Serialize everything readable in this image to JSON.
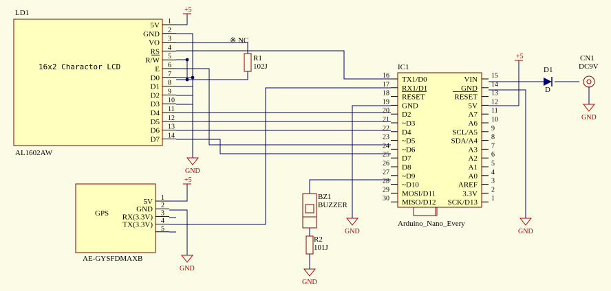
{
  "lcd": {
    "ref": "LD1",
    "title": "16x2 Charactor LCD",
    "part": "AL1602AW",
    "pins": [
      {
        "num": "1",
        "name": "5V"
      },
      {
        "num": "2",
        "name": "GND"
      },
      {
        "num": "3",
        "name": "VO"
      },
      {
        "num": "4",
        "name": "RS"
      },
      {
        "num": "5",
        "name": "R/W"
      },
      {
        "num": "6",
        "name": "E"
      },
      {
        "num": "7",
        "name": "D0"
      },
      {
        "num": "8",
        "name": "D1"
      },
      {
        "num": "9",
        "name": "D2"
      },
      {
        "num": "10",
        "name": "D3"
      },
      {
        "num": "11",
        "name": "D4"
      },
      {
        "num": "12",
        "name": "D5"
      },
      {
        "num": "13",
        "name": "D6"
      },
      {
        "num": "14",
        "name": "D7"
      }
    ]
  },
  "gps": {
    "ref": "GPS",
    "part": "AE-GYSFDMAXB",
    "pins": [
      {
        "num": "1",
        "name": "5V"
      },
      {
        "num": "2",
        "name": "GND"
      },
      {
        "num": "3",
        "name": "RX(3.3V)"
      },
      {
        "num": "4",
        "name": "TX(3.3V)"
      },
      {
        "num": "5",
        "name": ""
      }
    ]
  },
  "mcu": {
    "ref": "IC1",
    "part": "Arduino_Nano_Every",
    "left_pins": [
      {
        "num": "16",
        "name": "TX1/D0"
      },
      {
        "num": "17",
        "name": "RX1/D1"
      },
      {
        "num": "18",
        "name": "RESET"
      },
      {
        "num": "19",
        "name": "GND"
      },
      {
        "num": "20",
        "name": "D2"
      },
      {
        "num": "21",
        "name": "~D3"
      },
      {
        "num": "22",
        "name": "D4"
      },
      {
        "num": "23",
        "name": "~D5"
      },
      {
        "num": "24",
        "name": "~D6"
      },
      {
        "num": "25",
        "name": "D7"
      },
      {
        "num": "26",
        "name": "D8"
      },
      {
        "num": "27",
        "name": "~D9"
      },
      {
        "num": "28",
        "name": "~D10"
      },
      {
        "num": "29",
        "name": "MOSI/D11"
      },
      {
        "num": "30",
        "name": "MISO/D12"
      }
    ],
    "right_pins": [
      {
        "num": "15",
        "name": "VIN"
      },
      {
        "num": "14",
        "name": "GND"
      },
      {
        "num": "13",
        "name": "RESET"
      },
      {
        "num": "12",
        "name": "5V"
      },
      {
        "num": "11",
        "name": "A7"
      },
      {
        "num": "10",
        "name": "A6"
      },
      {
        "num": "9",
        "name": "SCL/A5"
      },
      {
        "num": "8",
        "name": "SDA/A4"
      },
      {
        "num": "7",
        "name": "A3"
      },
      {
        "num": "6",
        "name": "A2"
      },
      {
        "num": "5",
        "name": "A1"
      },
      {
        "num": "4",
        "name": "A0"
      },
      {
        "num": "3",
        "name": "AREF"
      },
      {
        "num": "2",
        "name": "3.3V"
      },
      {
        "num": "1",
        "name": "SCK/D13"
      }
    ]
  },
  "r1": {
    "ref": "R1",
    "value": "102J"
  },
  "r2": {
    "ref": "R2",
    "value": "101J"
  },
  "bz1": {
    "ref": "BZ1",
    "value": "BUZZER"
  },
  "d1": {
    "ref": "D1",
    "value": "D"
  },
  "cn1": {
    "ref": "CN1",
    "value": "DC9V"
  },
  "nc_note": "※ NC",
  "power": {
    "plus5": "+5",
    "gnd": "GND"
  },
  "colors": {
    "background": "#fbfbe6",
    "wire": "#00006e",
    "component": "#8b0000",
    "text": "#000000"
  }
}
